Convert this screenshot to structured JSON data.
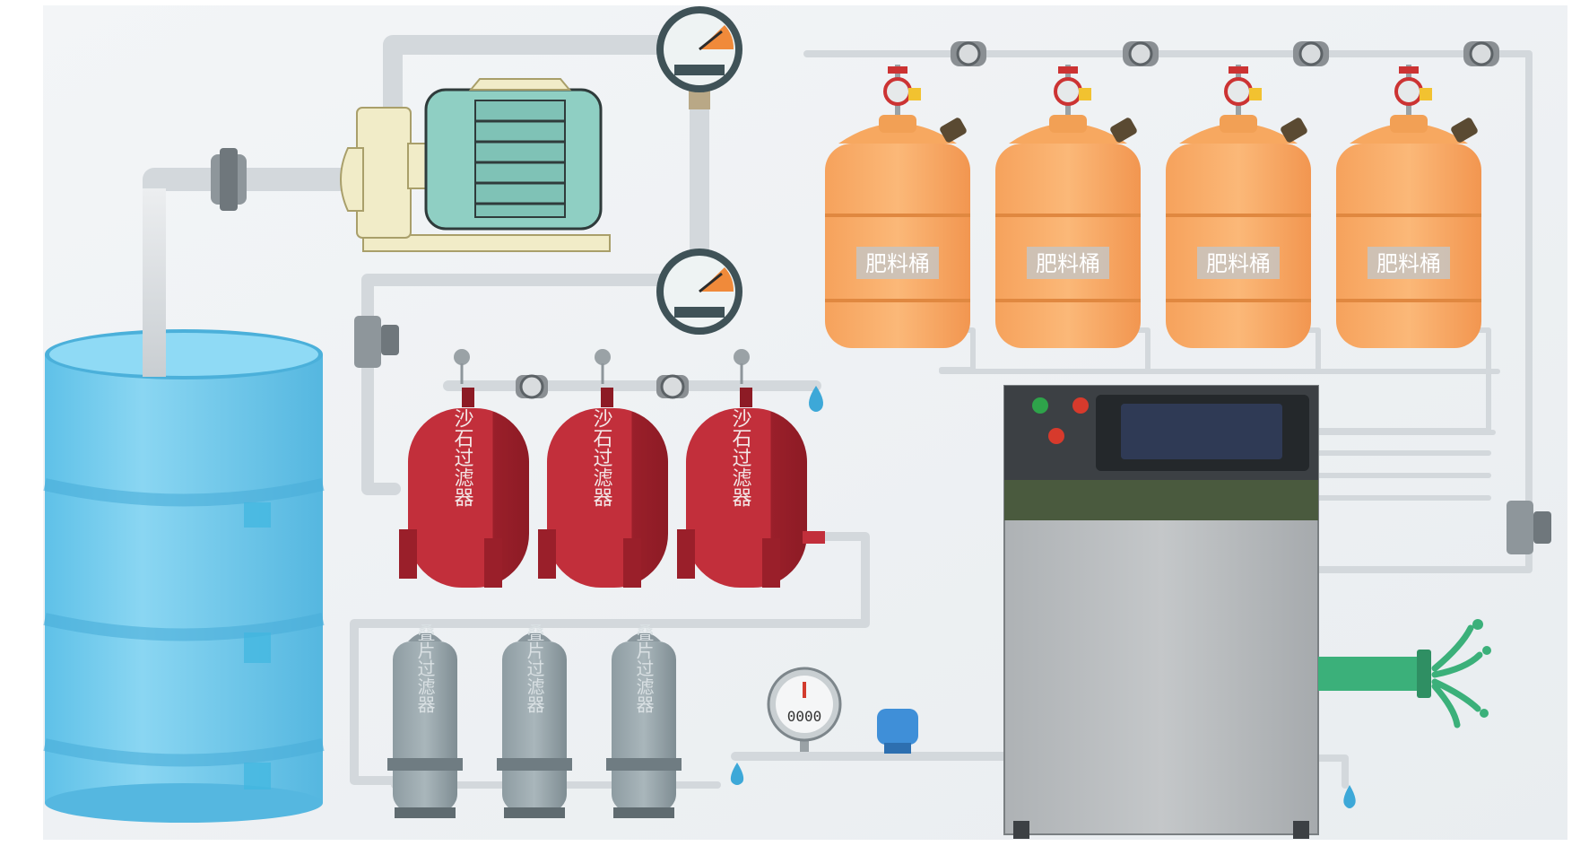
{
  "fertilizer_tanks": {
    "label": "肥料桶",
    "count": 4,
    "color": "#F7A45E"
  },
  "sand_filters": {
    "label": "沙石过滤器",
    "count": 3,
    "color": "#BF2B36"
  },
  "disc_filters": {
    "label": "叠片过滤器",
    "count": 3,
    "color": "#9AA8AE"
  },
  "flow_meter": {
    "reading": "0000"
  },
  "colors": {
    "pipe": "#D9DDE0",
    "water_tank": "#7DD0EE",
    "pump": "#8FCFC3",
    "machine_body": "#B7BBBE",
    "machine_band": "#4A5A3E",
    "outlet_hose": "#3BB07A",
    "water_drop": "#3DA8D8"
  }
}
